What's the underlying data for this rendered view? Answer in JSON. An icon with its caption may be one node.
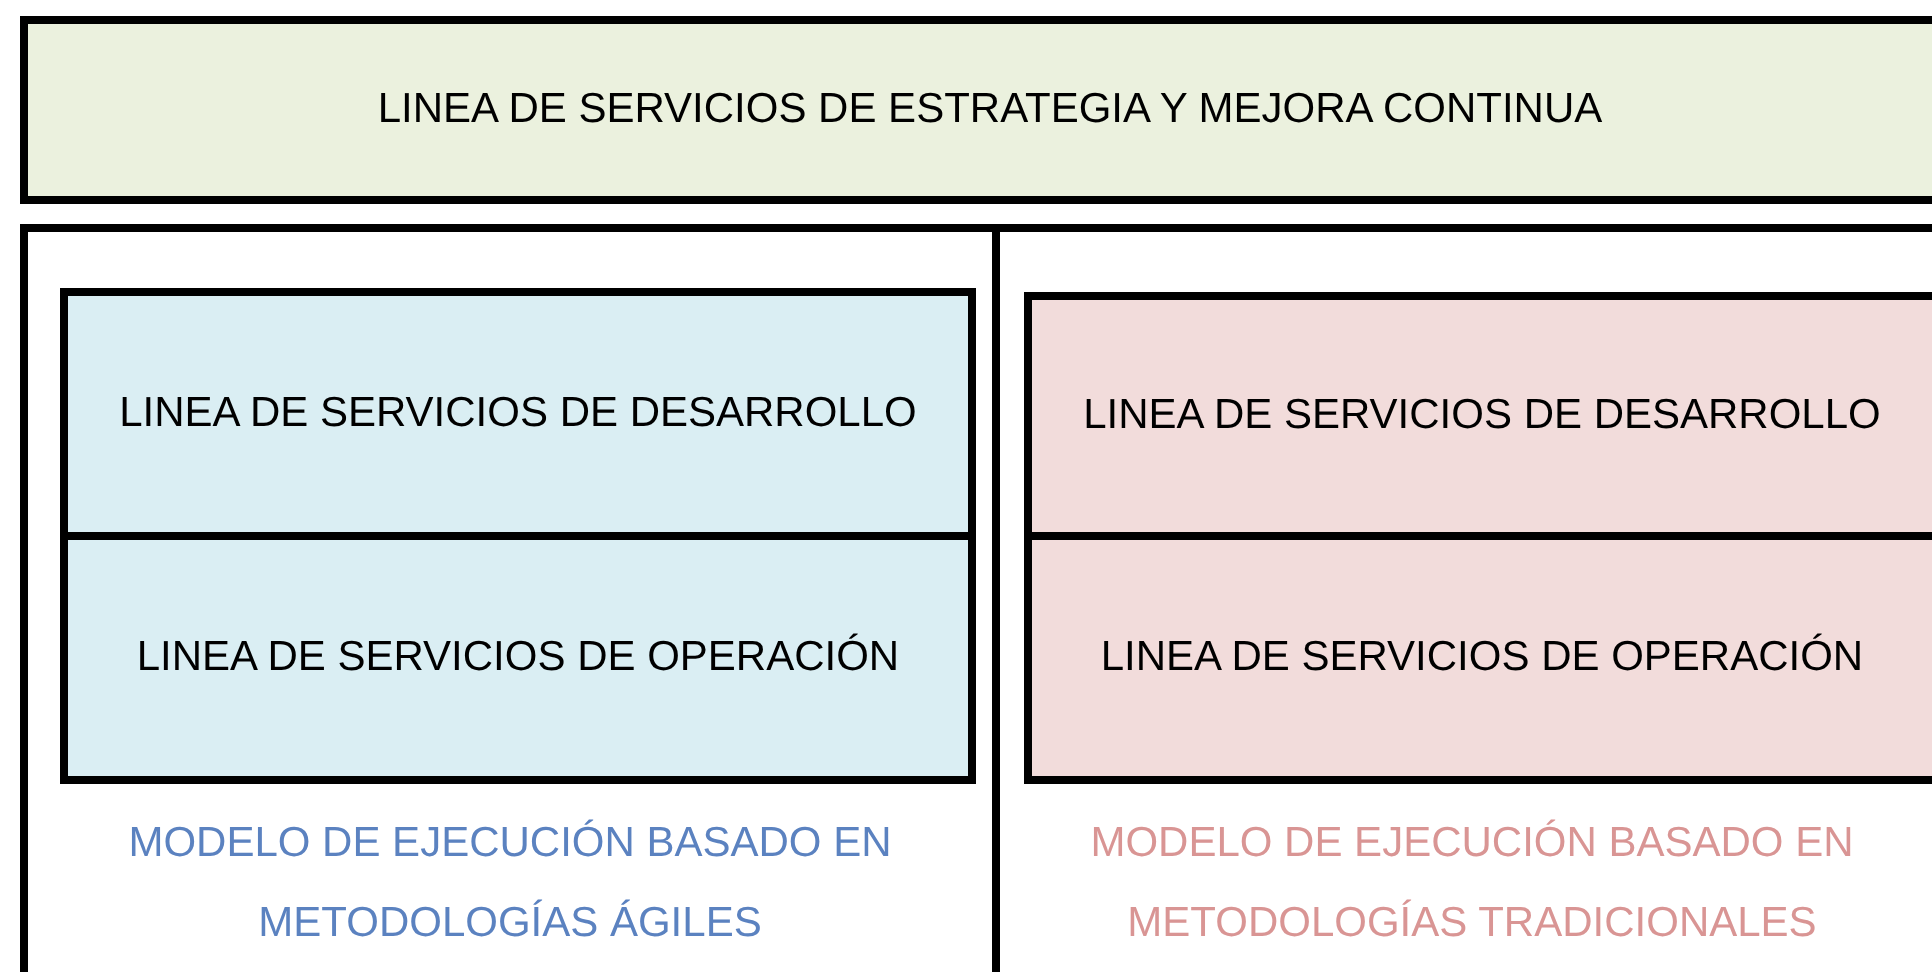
{
  "diagram": {
    "nodes": [
      {
        "text": [
          "LINEA DE SERVICIOS DE ESTRATEGIA Y MEJORA CONTINUA"
        ]
      },
      {
        "text": [
          "MODELO DE EJECUCIÓN BASADO EN METODOLOGÍAS ÁGILES"
        ]
      },
      {
        "text": [
          "LINEA DE SERVICIOS DE DESARROLLO"
        ],
        "in": 1
      },
      {
        "text": [
          "LINEA DE SERVICIOS DE OPERACIÓN"
        ],
        "in": 1
      },
      {
        "text": [
          "MODELO DE EJECUCIÓN BASADO EN METODOLOGÍAS TRADICIONALES"
        ]
      },
      {
        "text": [
          "LINEA DE SERVICIOS DE DESARROLLO"
        ],
        "in": 4
      },
      {
        "text": [
          "LINEA DE SERVICIOS DE OPERACIÓN"
        ],
        "in": 4
      }
    ]
  }
}
